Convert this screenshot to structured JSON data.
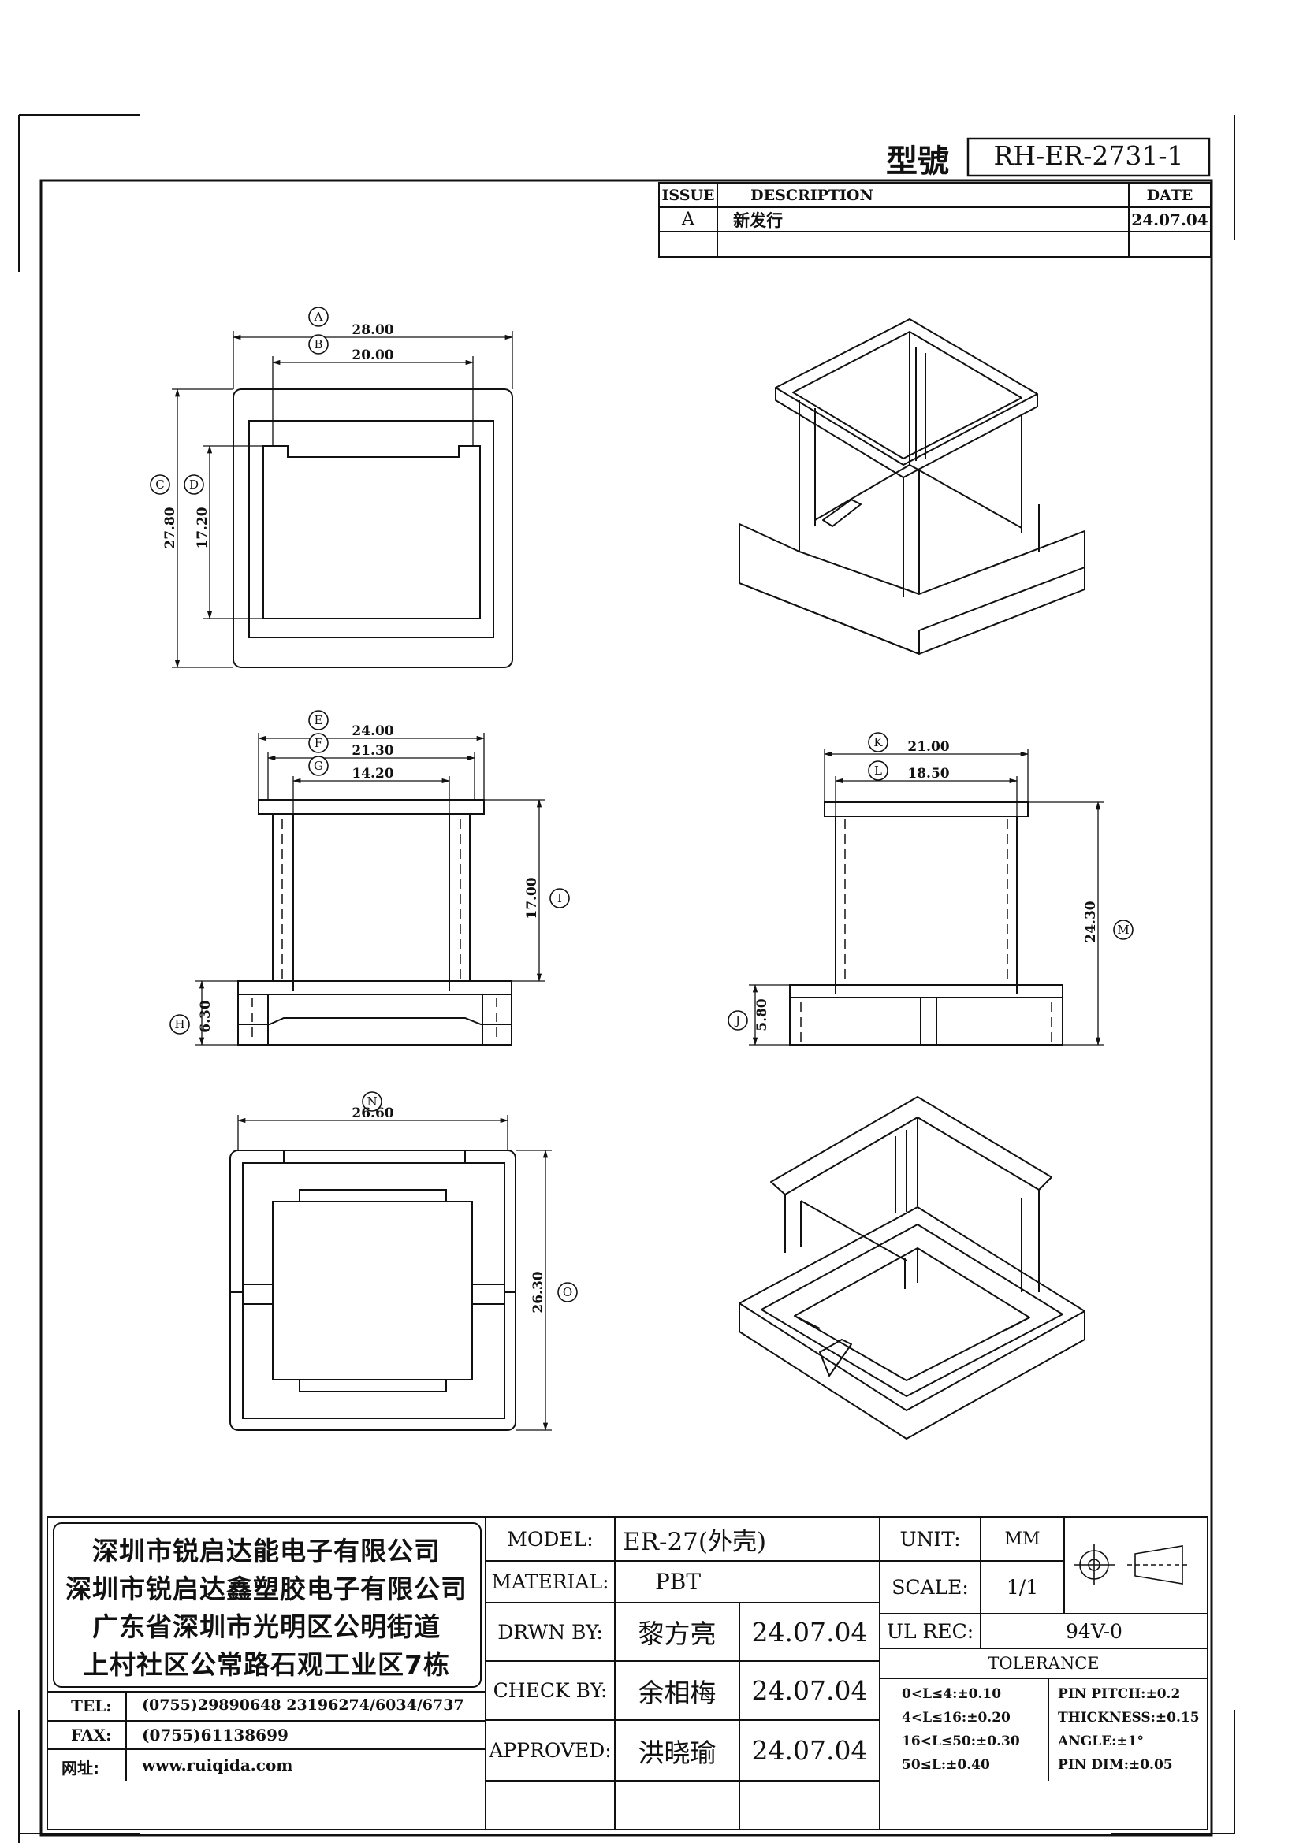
{
  "header": {
    "model_label": "型號",
    "model_no": "RH-ER-2731-1"
  },
  "revision": {
    "headers": {
      "issue": "ISSUE",
      "description": "DESCRIPTION",
      "date": "DATE"
    },
    "row": {
      "issue": "A",
      "description": "新发行",
      "date": "24.07.04"
    }
  },
  "dimensions": {
    "A": {
      "tag": "A",
      "value": "28.00"
    },
    "B": {
      "tag": "B",
      "value": "20.00"
    },
    "C": {
      "tag": "C",
      "value": "27.80"
    },
    "D": {
      "tag": "D",
      "value": "17.20"
    },
    "E": {
      "tag": "E",
      "value": "24.00"
    },
    "F": {
      "tag": "F",
      "value": "21.30"
    },
    "G": {
      "tag": "G",
      "value": "14.20"
    },
    "H": {
      "tag": "H",
      "value": "6.30"
    },
    "I": {
      "tag": "I",
      "value": "17.00"
    },
    "J": {
      "tag": "J",
      "value": "5.80"
    },
    "K": {
      "tag": "K",
      "value": "21.00"
    },
    "L": {
      "tag": "L",
      "value": "18.50"
    },
    "M": {
      "tag": "M",
      "value": "24.30"
    },
    "N": {
      "tag": "N",
      "value": "26.60"
    },
    "O": {
      "tag": "O",
      "value": "26.30"
    }
  },
  "company": {
    "lines": [
      "深圳市锐启达能电子有限公司",
      "深圳市锐启达鑫塑胶电子有限公司",
      "广东省深圳市光明区公明街道",
      "上村社区公常路石观工业区7栋"
    ],
    "tel_label": "TEL:",
    "tel_value": "(0755)29890648  23196274/6034/6737",
    "fax_label": "FAX:",
    "fax_value": "(0755)61138699",
    "web_label": "网址:",
    "web_value": "www.ruiqida.com"
  },
  "title_block": {
    "model_label": "MODEL:",
    "model_value": "ER-27(外壳)",
    "material_label": "MATERIAL:",
    "material_value": "PBT",
    "drawn_label": "DRWN BY:",
    "drawn_name": "黎方亮",
    "drawn_date": "24.07.04",
    "check_label": "CHECK BY:",
    "check_name": "余相梅",
    "check_date": "24.07.04",
    "approved_label": "APPROVED:",
    "approved_name": "洪晓瑜",
    "approved_date": "24.07.04",
    "unit_label": "UNIT:",
    "unit_value": "MM",
    "scale_label": "SCALE:",
    "scale_value": "1/1",
    "ul_label": "UL REC:",
    "ul_value": "94V-0",
    "tolerance_label": "TOLERANCE",
    "tolerances_left": [
      "0<L≤4:±0.10",
      "4<L≤16:±0.20",
      "16<L≤50:±0.30",
      "50≤L:±0.40"
    ],
    "tolerances_right": [
      "PIN PITCH:±0.2",
      "THICKNESS:±0.15",
      "ANGLE:±1°",
      "PIN DIM:±0.05"
    ]
  }
}
